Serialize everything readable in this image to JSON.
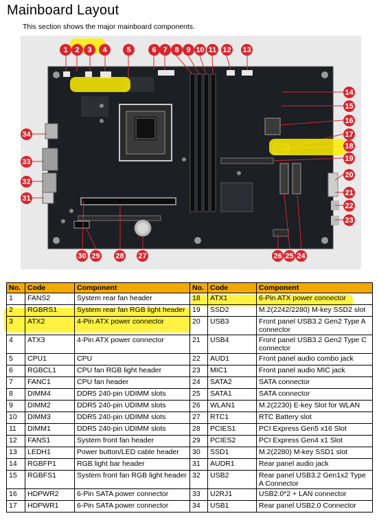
{
  "page": {
    "title": "Mainboard Layout",
    "subtitle": "This section shows the major mainboard components."
  },
  "callouts": {
    "n1": "1",
    "n2": "2",
    "n3": "3",
    "n4": "4",
    "n5": "5",
    "n6": "6",
    "n7": "7",
    "n8": "8",
    "n9": "9",
    "n10": "10",
    "n11": "11",
    "n12": "12",
    "n13": "13",
    "n14": "14",
    "n15": "15",
    "n16": "16",
    "n17": "17",
    "n18": "18",
    "n19": "19",
    "n20": "20",
    "n21": "21",
    "n22": "22",
    "n23": "23",
    "n24": "24",
    "n25": "25",
    "n26": "26",
    "n27": "27",
    "n28": "28",
    "n29": "29",
    "n30": "30",
    "n31": "31",
    "n32": "32",
    "n33": "33",
    "n34": "34"
  },
  "table": {
    "headers": {
      "no": "No.",
      "code": "Code",
      "component": "Component"
    },
    "rows": [
      {
        "no_l": "1",
        "code_l": "FANS2",
        "comp_l": "System rear fan header",
        "no_r": "18",
        "code_r": "ATX1",
        "comp_r": "6-Pin ATX power connector"
      },
      {
        "no_l": "2",
        "code_l": "RGBRS1",
        "comp_l": "System rear fan RGB light header",
        "no_r": "19",
        "code_r": "SSD2",
        "comp_r": "M.2(2242/2280) M-key SSD2 slot"
      },
      {
        "no_l": "3",
        "code_l": "ATX2",
        "comp_l": "4-Pin ATX power connector",
        "no_r": "20",
        "code_r": "USB3",
        "comp_r": "Front panel USB3.2 Gen2 Type A connector"
      },
      {
        "no_l": "4",
        "code_l": "ATX3",
        "comp_l": "4-Pin ATX power connector",
        "no_r": "21",
        "code_r": "USB4",
        "comp_r": "Front panel USB3.2 Gen2 Type C connector"
      },
      {
        "no_l": "5",
        "code_l": "CPU1",
        "comp_l": "CPU",
        "no_r": "22",
        "code_r": "AUD1",
        "comp_r": "Front panel audio combo jack"
      },
      {
        "no_l": "6",
        "code_l": "RGBCL1",
        "comp_l": "CPU fan RGB light header",
        "no_r": "23",
        "code_r": "MIC1",
        "comp_r": "Front panel audio MIC jack"
      },
      {
        "no_l": "7",
        "code_l": "FANC1",
        "comp_l": "CPU fan header",
        "no_r": "24",
        "code_r": "SATA2",
        "comp_r": "SATA connector"
      },
      {
        "no_l": "8",
        "code_l": "DIMM4",
        "comp_l": "DDR5 240-pin UDIMM slots",
        "no_r": "25",
        "code_r": "SATA1",
        "comp_r": "SATA connector"
      },
      {
        "no_l": "9",
        "code_l": "DIMM2",
        "comp_l": "DDR5 240-pin UDIMM slots",
        "no_r": "26",
        "code_r": "WLAN1",
        "comp_r": "M.2(2230) E-key Slot for WLAN"
      },
      {
        "no_l": "10",
        "code_l": "DIMM3",
        "comp_l": "DDR5 240-pin UDIMM slots",
        "no_r": "27",
        "code_r": "RTC1",
        "comp_r": "RTC Battery slot"
      },
      {
        "no_l": "11",
        "code_l": "DIMM1",
        "comp_l": "DDR5 240-pin UDIMM slots",
        "no_r": "28",
        "code_r": "PCIES1",
        "comp_r": "PCI Express Gen5 x16 Slot"
      },
      {
        "no_l": "12",
        "code_l": "FANS1",
        "comp_l": "System front fan header",
        "no_r": "29",
        "code_r": "PCIES2",
        "comp_r": "PCI Express Gen4 x1 Slot"
      },
      {
        "no_l": "13",
        "code_l": "LEDH1",
        "comp_l": "Power button/LED cable header",
        "no_r": "30",
        "code_r": "SSD1",
        "comp_r": "M.2(2280) M-key SSD1 slot"
      },
      {
        "no_l": "14",
        "code_l": "RGBFP1",
        "comp_l": "RGB light bar header",
        "no_r": "31",
        "code_r": "AUDR1",
        "comp_r": "Rear panel audio jack"
      },
      {
        "no_l": "15",
        "code_l": "RGBFS1",
        "comp_l": "System front fan RGB light header",
        "no_r": "32",
        "code_r": "USB2",
        "comp_r": "Rear panel USB3.2 Gen1x2 Type A Connector"
      },
      {
        "no_l": "16",
        "code_l": "HDPWR2",
        "comp_l": "6-Pin SATA power connector",
        "no_r": "33",
        "code_r": "U2RJ1",
        "comp_r": "USB2.0*2 + LAN connector"
      },
      {
        "no_l": "17",
        "code_l": "HDPWR1",
        "comp_l": "6-Pin SATA power connector",
        "no_r": "34",
        "code_r": "USB1",
        "comp_r": "Rear panel USB2.0 Connector"
      }
    ]
  },
  "colors": {
    "callout": "#d7262e",
    "header_fill": "#f2a900",
    "highlight": "#ffee00",
    "board": "#1c1f24"
  }
}
